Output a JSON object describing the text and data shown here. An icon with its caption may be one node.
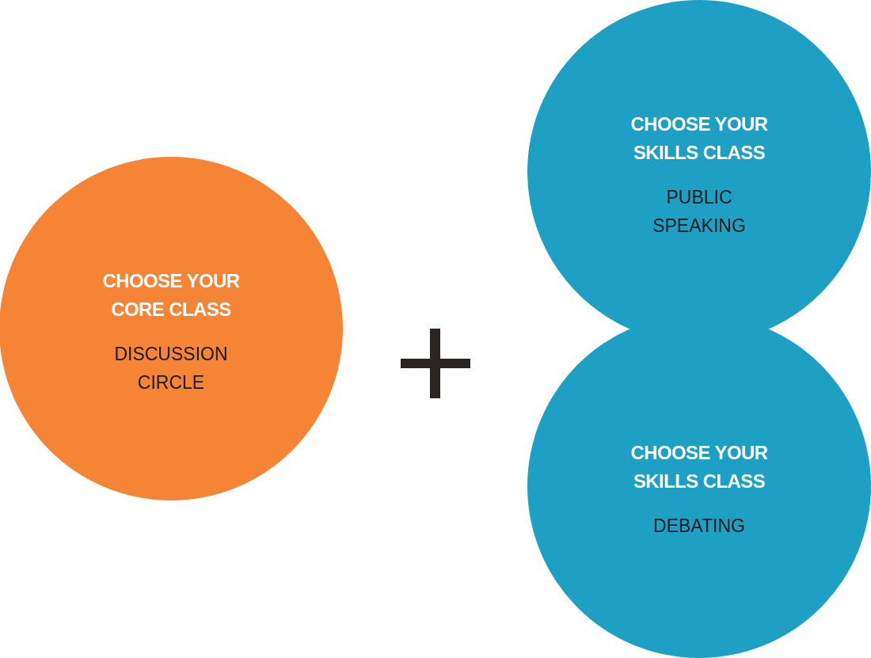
{
  "diagram": {
    "nodes": [
      {
        "text": [
          "CHOOSE YOUR CORE CLASS",
          "DISCUSSION CIRCLE"
        ]
      },
      {
        "text": [
          "CHOOSE YOUR SKILLS CLASS",
          "PUBLIC SPEAKING"
        ]
      },
      {
        "text": [
          "CHOOSE YOUR SKILLS CLASS",
          "DEBATING"
        ]
      }
    ]
  }
}
